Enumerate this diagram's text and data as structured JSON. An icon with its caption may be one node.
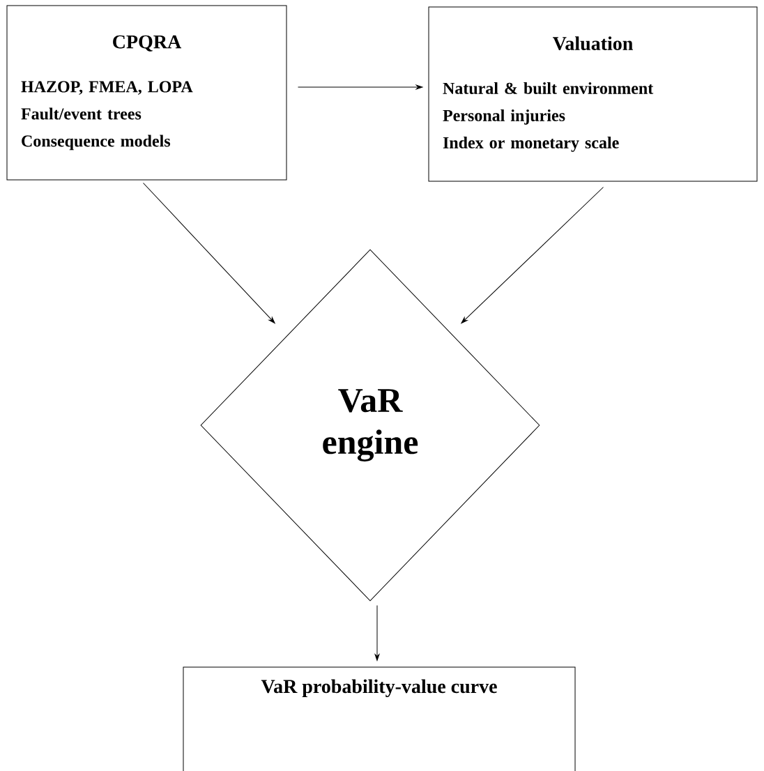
{
  "diagram": {
    "nodes": [
      {
        "text": [
          "CPQRA",
          "HAZOP, FMEA, LOPA",
          "Fault/event trees",
          "Consequence models"
        ]
      },
      {
        "text": [
          "Valuation",
          "Natural & built environment",
          "Personal injuries",
          "Index or monetary scale"
        ]
      },
      {
        "text": [
          "VaR engine"
        ]
      },
      {
        "text": [
          "VaR probability-value curve"
        ]
      }
    ],
    "edges": [
      {
        "from": 0,
        "to": 1,
        "arrow": "to"
      },
      {
        "from": 0,
        "to": 2,
        "arrow": "to"
      },
      {
        "from": 1,
        "to": 2,
        "arrow": "to"
      },
      {
        "from": 2,
        "to": 3,
        "arrow": "to"
      }
    ]
  }
}
